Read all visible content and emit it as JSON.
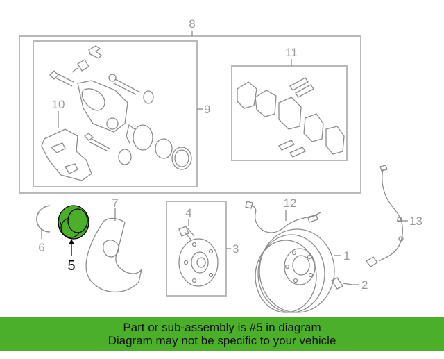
{
  "callouts": {
    "c1": "1",
    "c2": "2",
    "c3": "3",
    "c4": "4",
    "c5": "5",
    "c6": "6",
    "c7": "7",
    "c8": "8",
    "c9": "9",
    "c10": "10",
    "c11": "11",
    "c12": "12",
    "c13": "13"
  },
  "highlight": {
    "part_number": "5",
    "fill_color": "#4caf2a"
  },
  "banner": {
    "line1": "Part or sub-assembly is #5 in diagram",
    "line2": "Diagram may not be specific to your vehicle",
    "background": "#4caf2a"
  },
  "colors": {
    "line": "#8c8c8c",
    "outline": "#b9b9b9"
  }
}
